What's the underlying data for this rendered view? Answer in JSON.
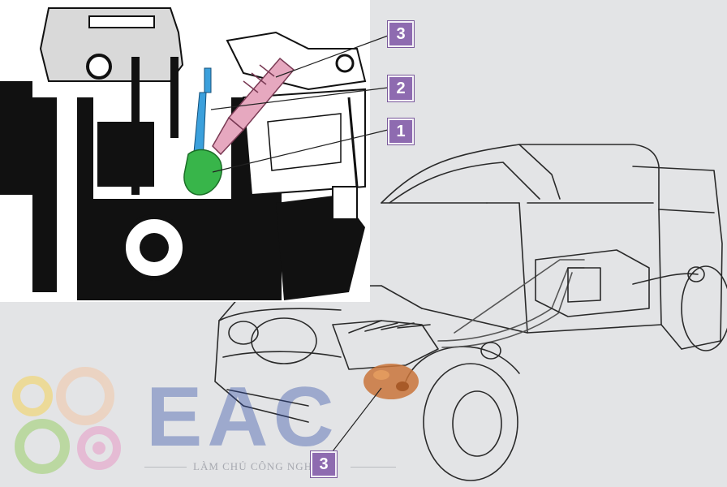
{
  "diagram": {
    "callouts": [
      {
        "id": "3",
        "label": "3"
      },
      {
        "id": "2",
        "label": "2"
      },
      {
        "id": "1",
        "label": "1"
      },
      {
        "id": "3b",
        "label": "3"
      }
    ],
    "colors": {
      "background": "#e3e4e6",
      "callout_fill": "#8e6bb0",
      "glow_plug": "#3ba0dc",
      "injector": "#e6a8bf",
      "combustion_chamber": "#38b54a",
      "injection_pump": "#c9743a"
    },
    "watermark": {
      "brand": "EAC",
      "tagline": "LÀM CHỦ CÔNG NGHỆ",
      "logo_colors": [
        "#f3c6a5",
        "#f5d35a",
        "#9ccf6a",
        "#e79ac7"
      ]
    }
  }
}
